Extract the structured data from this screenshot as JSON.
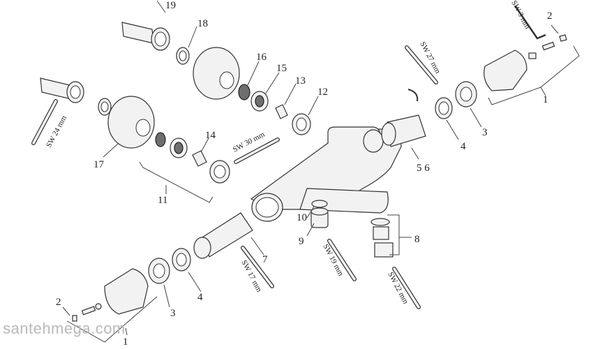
{
  "labels": {
    "n1_top": "1",
    "n2_top": "2",
    "n3_right": "3",
    "n4_right": "4",
    "n5_6": "5 6",
    "n7": "7",
    "n8": "8",
    "n9": "9",
    "n10": "10",
    "n11": "11",
    "n12": "12",
    "n13": "13",
    "n14": "14",
    "n15": "15",
    "n16": "16",
    "n17": "17",
    "n18": "18",
    "n19": "19",
    "n1_bottom": "1",
    "n2_bottom": "2",
    "n3_left": "3",
    "n4_left": "4"
  },
  "wrenches": {
    "sw3": "SW 3 mm",
    "sw27": "SW 27 mm",
    "sw24": "SW 24 mm",
    "sw30": "SW 30 mm",
    "sw17": "SW 17 mm",
    "sw19": "SW 19 mm",
    "sw22": "SW 22 mm"
  },
  "watermark": "santehmega.com"
}
